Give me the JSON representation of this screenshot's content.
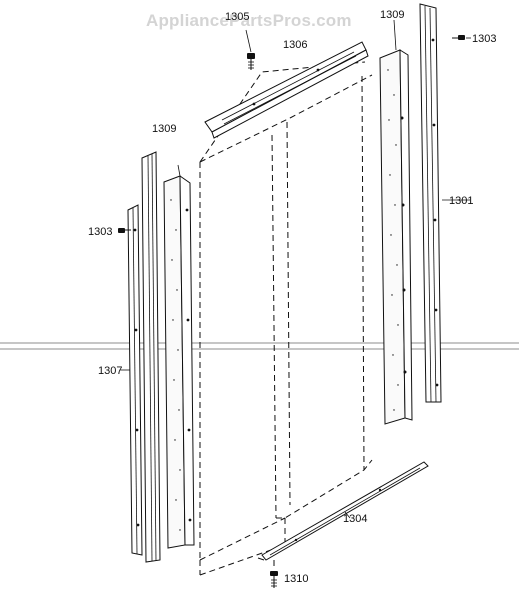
{
  "watermark": "AppliancePartsPros.com",
  "parts": {
    "p1301": "1301",
    "p1303_top": "1303",
    "p1303_left": "1303",
    "p1304": "1304",
    "p1305": "1305",
    "p1306": "1306",
    "p1307": "1307",
    "p1309_left": "1309",
    "p1309_right": "1309",
    "p1310": "1310"
  }
}
